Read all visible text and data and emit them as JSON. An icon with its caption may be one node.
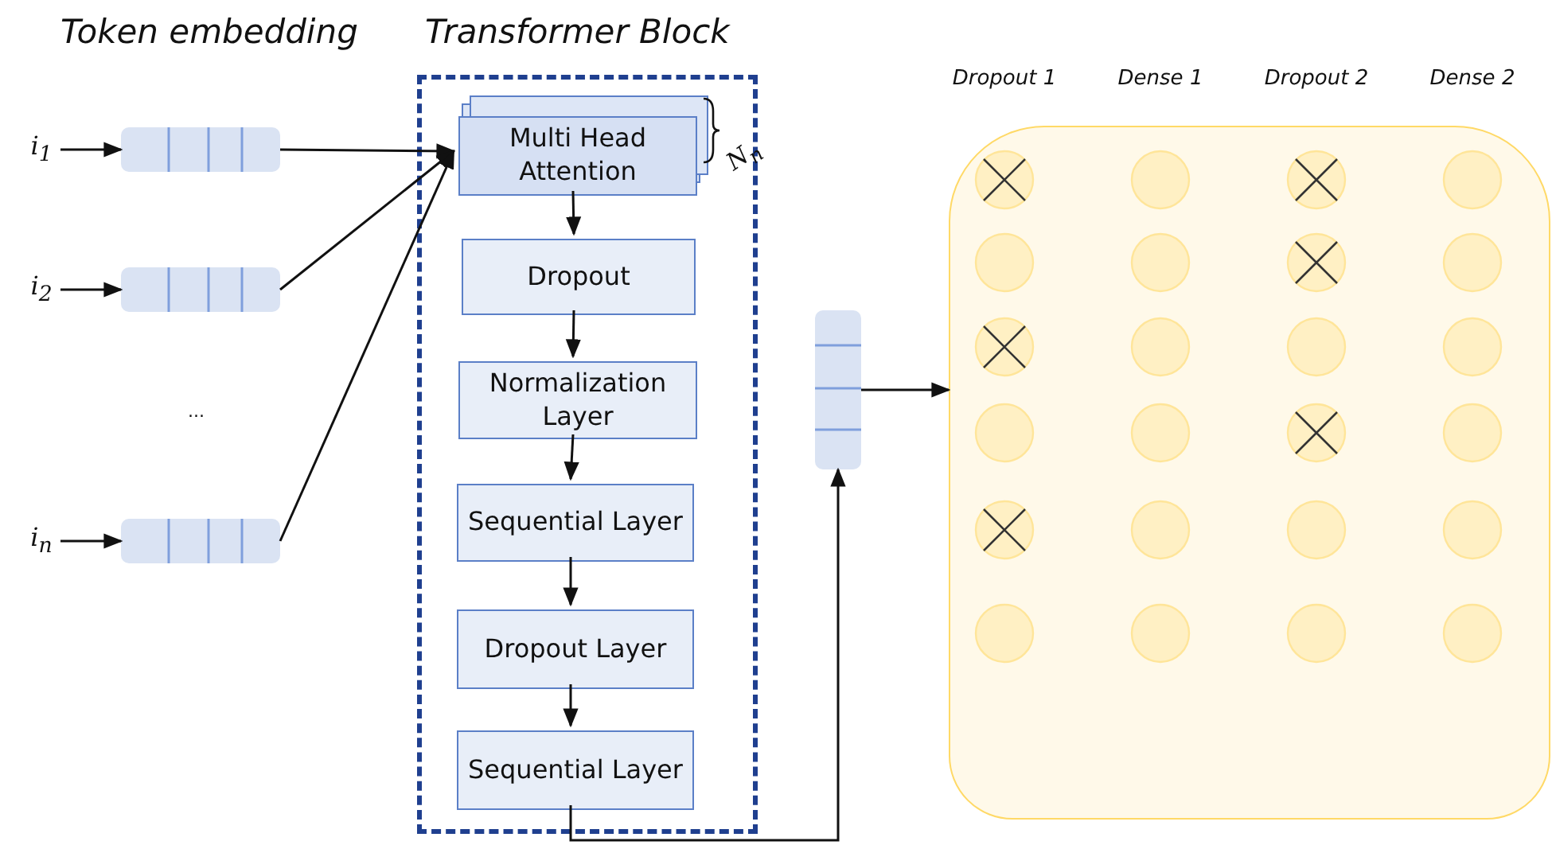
{
  "diagram": {
    "nodes": [
      {
        "text": [
          "i$_{1}$"
        ]
      },
      {
        "text": [
          "i$_{2}$"
        ]
      },
      {
        "text": [
          "i$_{n}$"
        ]
      },
      {
        "text": [],
        "shape": "bar"
      },
      {
        "text": [],
        "shape": "bar"
      },
      {
        "text": [],
        "shape": "bar"
      },
      {
        "text": [
          "Transformer Block"
        ]
      },
      {
        "text": [
          "Multi Head Attention"
        ],
        "in": 6,
        "beside": [
          "N$_{n}$"
        ]
      },
      {
        "text": [
          "Dropout"
        ],
        "in": 6
      },
      {
        "text": [
          "Normalization Layer"
        ],
        "in": 6
      },
      {
        "text": [
          "Sequential Layer"
        ],
        "in": 6
      },
      {
        "text": [
          "Dropout Layer"
        ],
        "in": 6
      },
      {
        "text": [
          "Sequential Layer"
        ],
        "in": 6
      },
      {
        "text": [],
        "shape": "bar"
      },
      {
        "text": [],
        "shape": "box"
      }
    ],
    "edges": [
      {
        "from": 0,
        "to": 3,
        "arrow": "to"
      },
      {
        "from": 1,
        "to": 4,
        "arrow": "to"
      },
      {
        "from": 2,
        "to": 5,
        "arrow": "to"
      },
      {
        "from": 3,
        "to": 7,
        "arrow": "to"
      },
      {
        "from": 4,
        "to": 7,
        "arrow": "to"
      },
      {
        "from": 5,
        "to": 7,
        "arrow": "to"
      },
      {
        "from": 7,
        "to": 8,
        "arrow": "to"
      },
      {
        "from": 8,
        "to": 9,
        "arrow": "to"
      },
      {
        "from": 9,
        "to": 10,
        "arrow": "to"
      },
      {
        "from": 10,
        "to": 11,
        "arrow": "to"
      },
      {
        "from": 11,
        "to": 12,
        "arrow": "to"
      },
      {
        "from": 12,
        "to": 13,
        "arrow": "to"
      },
      {
        "from": 13,
        "to": 14,
        "arrow": "to"
      }
    ],
    "labels": [
      "Token embedding",
      "...",
      "Dropout 1",
      "Dense 1",
      "Dropout 2",
      "Dense 2"
    ]
  }
}
